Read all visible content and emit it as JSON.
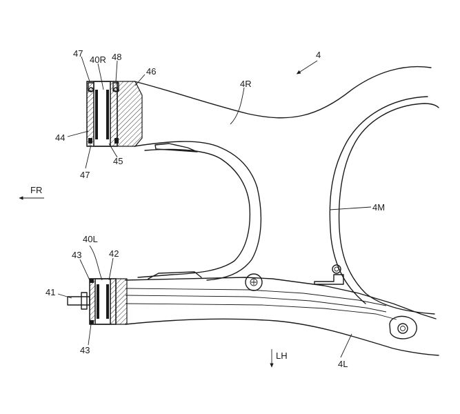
{
  "figure": {
    "labels": {
      "ref_4": "4",
      "ref_4R": "4R",
      "ref_4M": "4M",
      "ref_4L": "4L",
      "ref_40R": "40R",
      "ref_40L": "40L",
      "ref_41": "41",
      "ref_42": "42",
      "ref_43_top": "43",
      "ref_43_bottom": "43",
      "ref_44": "44",
      "ref_45": "45",
      "ref_46": "46",
      "ref_47_top": "47",
      "ref_47_bottom": "47",
      "ref_48": "48",
      "dir_fr": "FR",
      "dir_lh": "LH"
    }
  }
}
